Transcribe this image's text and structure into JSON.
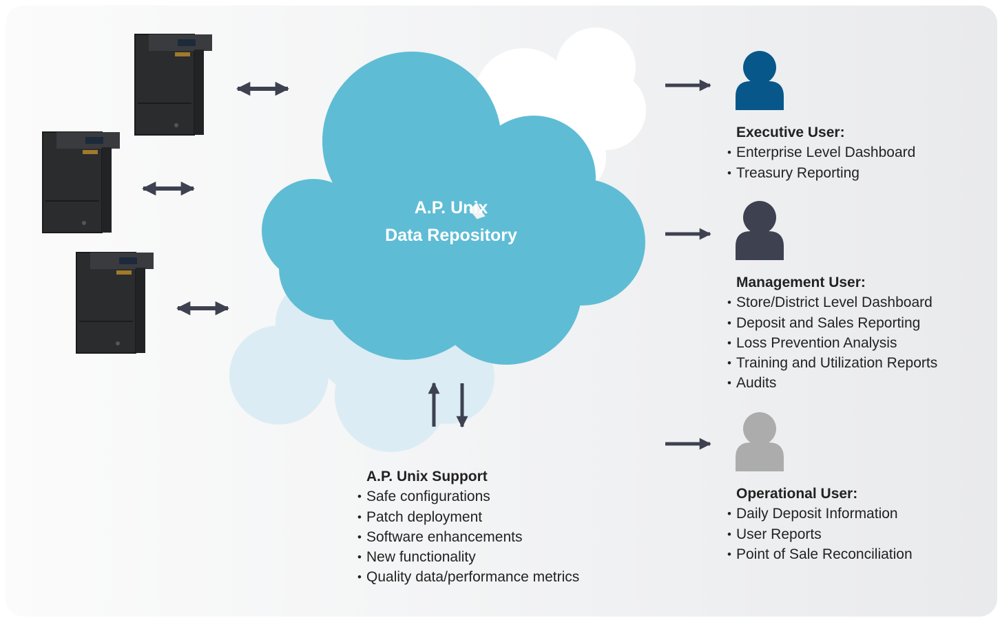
{
  "cloud": {
    "title_line1": "A.P. Unix",
    "title_line2": "Data Repository"
  },
  "support": {
    "heading": "A.P. Unix Support",
    "items": [
      "Safe configurations",
      "Patch deployment",
      "Software enhancements",
      "New functionality",
      "Quality data/performance metrics"
    ]
  },
  "users": [
    {
      "heading": "Executive User:",
      "icon": "user-icon",
      "color": "#07578a",
      "items": [
        "Enterprise Level Dashboard",
        "Treasury Reporting"
      ]
    },
    {
      "heading": "Management User:",
      "icon": "user-icon",
      "color": "#3d4150",
      "items": [
        "Store/District Level Dashboard",
        "Deposit and Sales Reporting",
        "Loss Prevention Analysis",
        "Training and Utilization Reports",
        "Audits"
      ]
    },
    {
      "heading": "Operational User:",
      "icon": "user-icon",
      "color": "#acacac",
      "items": [
        "Daily Deposit Information",
        "User Reports",
        "Point of Sale Reconciliation"
      ]
    }
  ],
  "colors": {
    "main_cloud": "#5fbcd5",
    "light_cloud": "#dcecf4",
    "white_cloud": "#ffffff",
    "arrow": "#3d4150",
    "safe": "#2b2c2e"
  }
}
